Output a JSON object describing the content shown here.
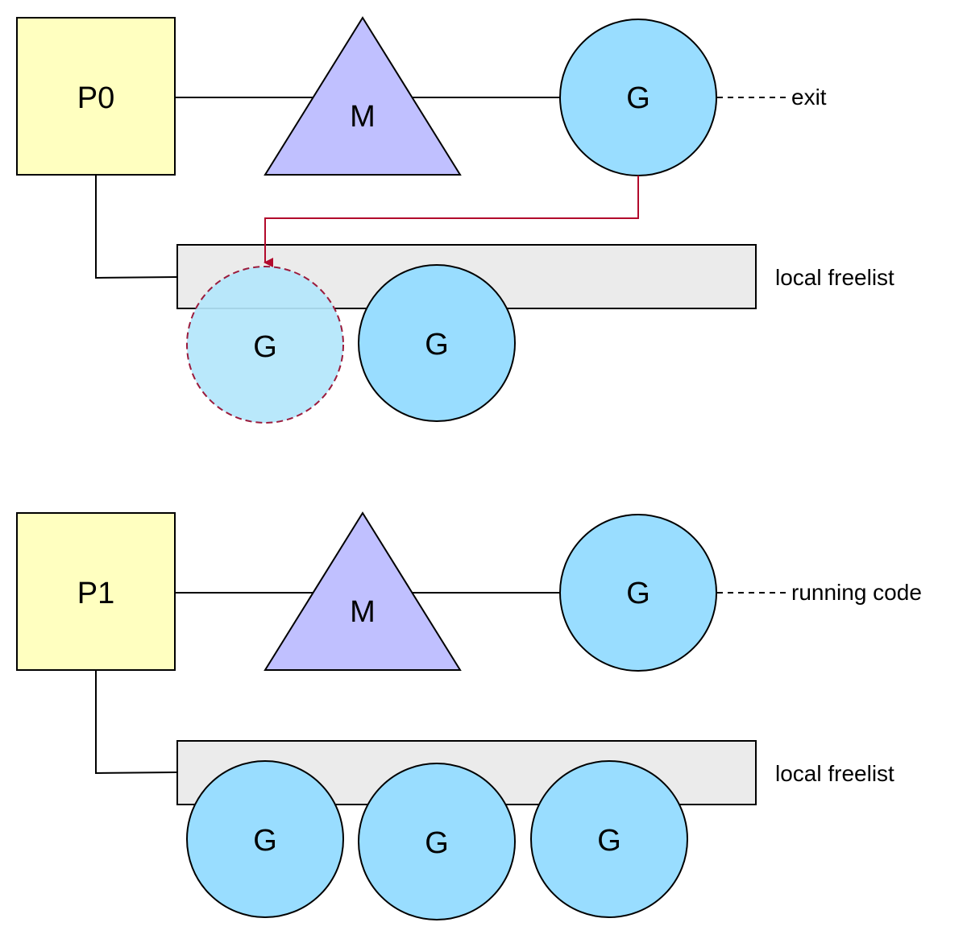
{
  "colors": {
    "processor_fill": "#ffffc0",
    "machine_fill": "#c0c0ff",
    "goroutine_fill": "#99ddff",
    "goroutine_ghost_fill": "#b3e6fb",
    "freelist_fill": "#ebebeb",
    "arrow": "#b20a2c",
    "ghost_border": "#9b1b3c"
  },
  "panels": [
    {
      "processor": "P0",
      "machine": "M",
      "goroutine": "G",
      "status": "exit",
      "freelist_label": "local freelist",
      "freelist_items": [
        {
          "label": "G",
          "state": "incoming"
        },
        {
          "label": "G",
          "state": "free"
        }
      ]
    },
    {
      "processor": "P1",
      "machine": "M",
      "goroutine": "G",
      "status": "running code",
      "freelist_label": "local freelist",
      "freelist_items": [
        {
          "label": "G",
          "state": "free"
        },
        {
          "label": "G",
          "state": "free"
        },
        {
          "label": "G",
          "state": "free"
        }
      ]
    }
  ]
}
